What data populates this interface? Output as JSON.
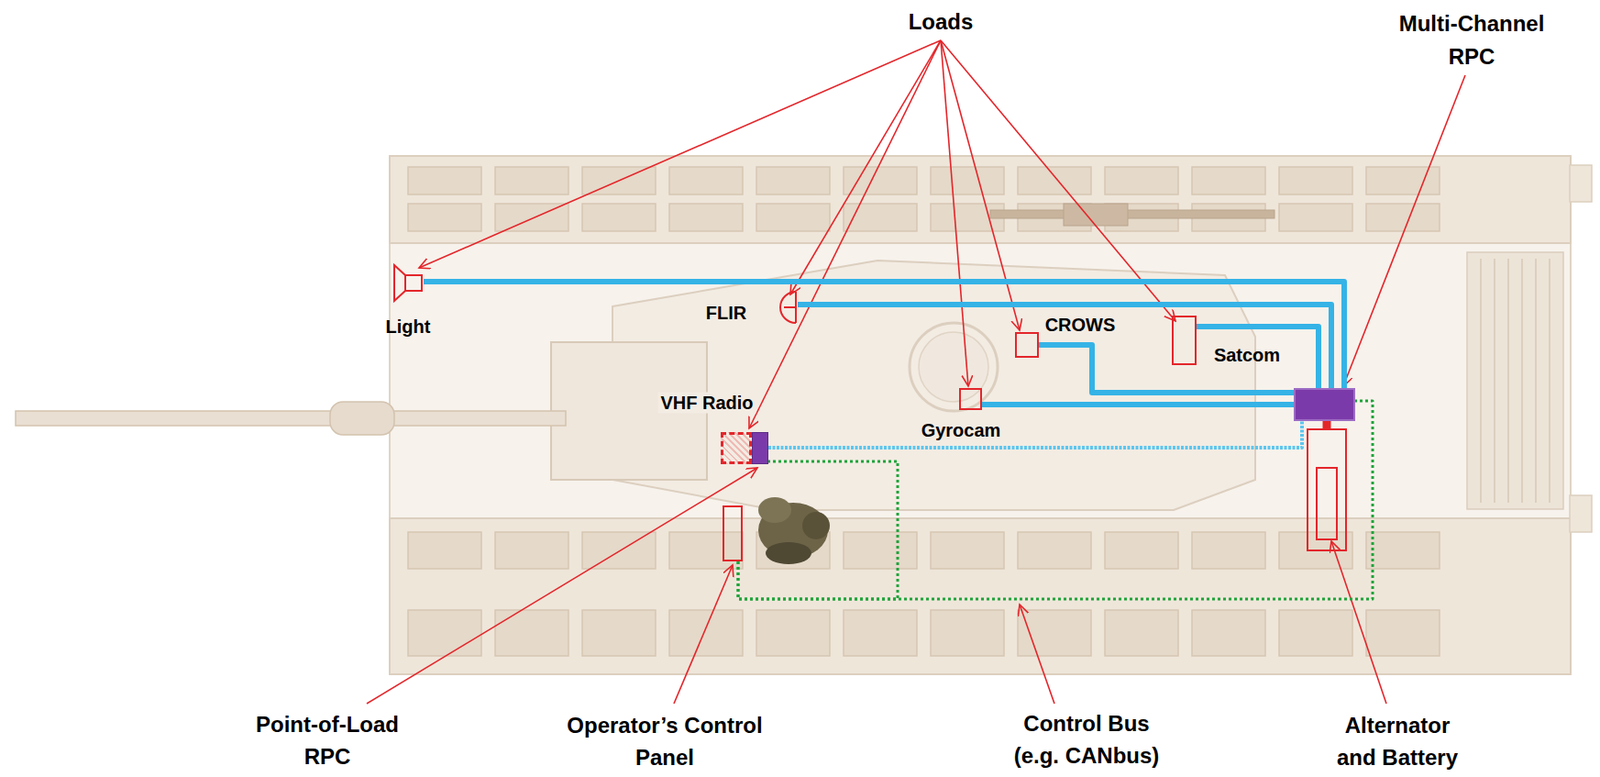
{
  "diagram": {
    "nodes": [
      {
        "text": [
          "Multi-Channel RPC"
        ]
      },
      {
        "text": [
          "Light"
        ]
      },
      {
        "text": [
          "FLIR"
        ]
      },
      {
        "text": [
          "CROWS"
        ]
      },
      {
        "text": [
          "Satcom"
        ]
      },
      {
        "text": [
          "VHF Radio"
        ]
      },
      {
        "text": [
          "Gyrocam"
        ]
      },
      {
        "text": [
          "Point-of-Load RPC"
        ]
      },
      {
        "text": [
          "Operator’s Control Panel"
        ]
      },
      {
        "text": [
          "Alternator and Battery"
        ]
      }
    ],
    "edges": [
      {
        "from": 1,
        "to": 0,
        "arrow": "none"
      },
      {
        "from": 2,
        "to": 0,
        "arrow": "none"
      },
      {
        "from": 3,
        "to": 0,
        "arrow": "none"
      },
      {
        "from": 4,
        "to": 0,
        "arrow": "none"
      },
      {
        "from": 6,
        "to": 0,
        "arrow": "none"
      },
      {
        "from": 7,
        "to": 0,
        "arrow": "none"
      },
      {
        "from": 0,
        "to": 9,
        "arrow": "none"
      },
      {
        "from": 8,
        "to": 7,
        "arrow": "none"
      },
      {
        "from": 8,
        "to": 0,
        "arrow": "none"
      }
    ],
    "labels": [
      "Loads",
      "Control Bus (e.g. CANbus)"
    ]
  }
}
